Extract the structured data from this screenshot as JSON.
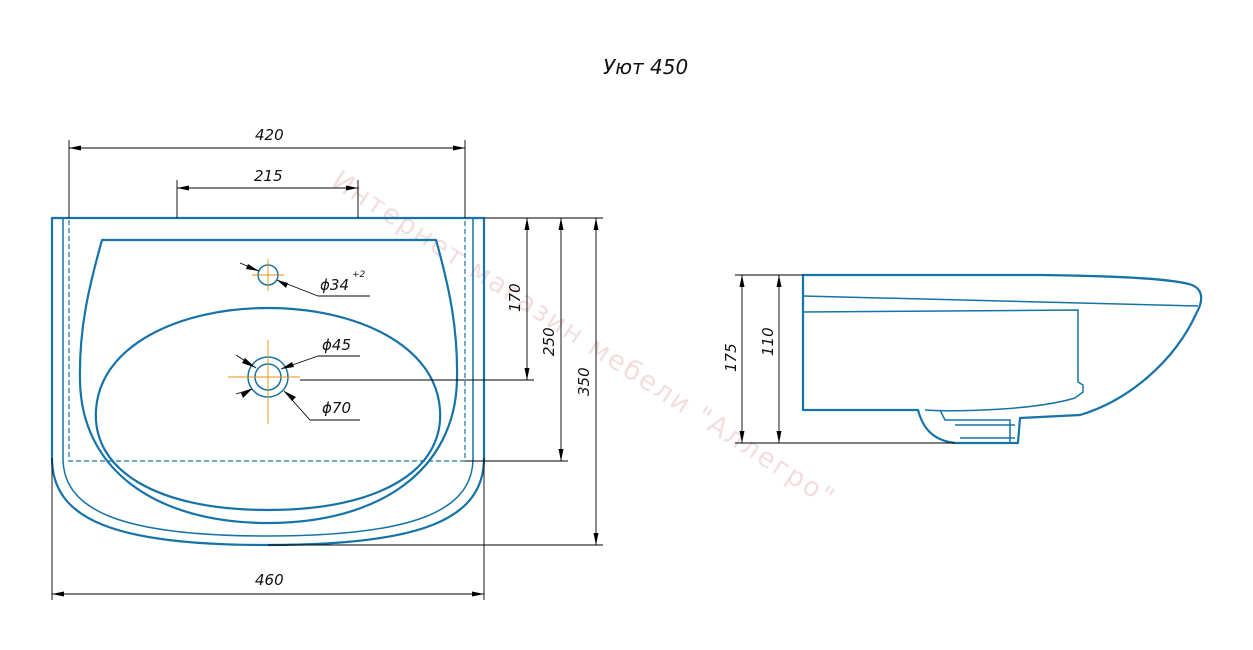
{
  "title": "Уют 450",
  "watermark": "Интернет магазин мебели \"Аллегро\"",
  "colors": {
    "outline": "#1673a8",
    "dimension": "#000000",
    "centerline": "#e09010",
    "watermark": "#e8c4c4"
  },
  "front_view": {
    "width_top": "420",
    "faucet_spacing": "215",
    "width_bottom": "460",
    "height_faucet": "170",
    "height_drain": "250",
    "height_total": "350",
    "faucet_hole_diameter": "ϕ34",
    "faucet_hole_tolerance": "+2",
    "drain_inner_diameter": "ϕ45",
    "drain_outer_diameter": "ϕ70"
  },
  "side_view": {
    "height_total": "175",
    "height_body": "110"
  }
}
